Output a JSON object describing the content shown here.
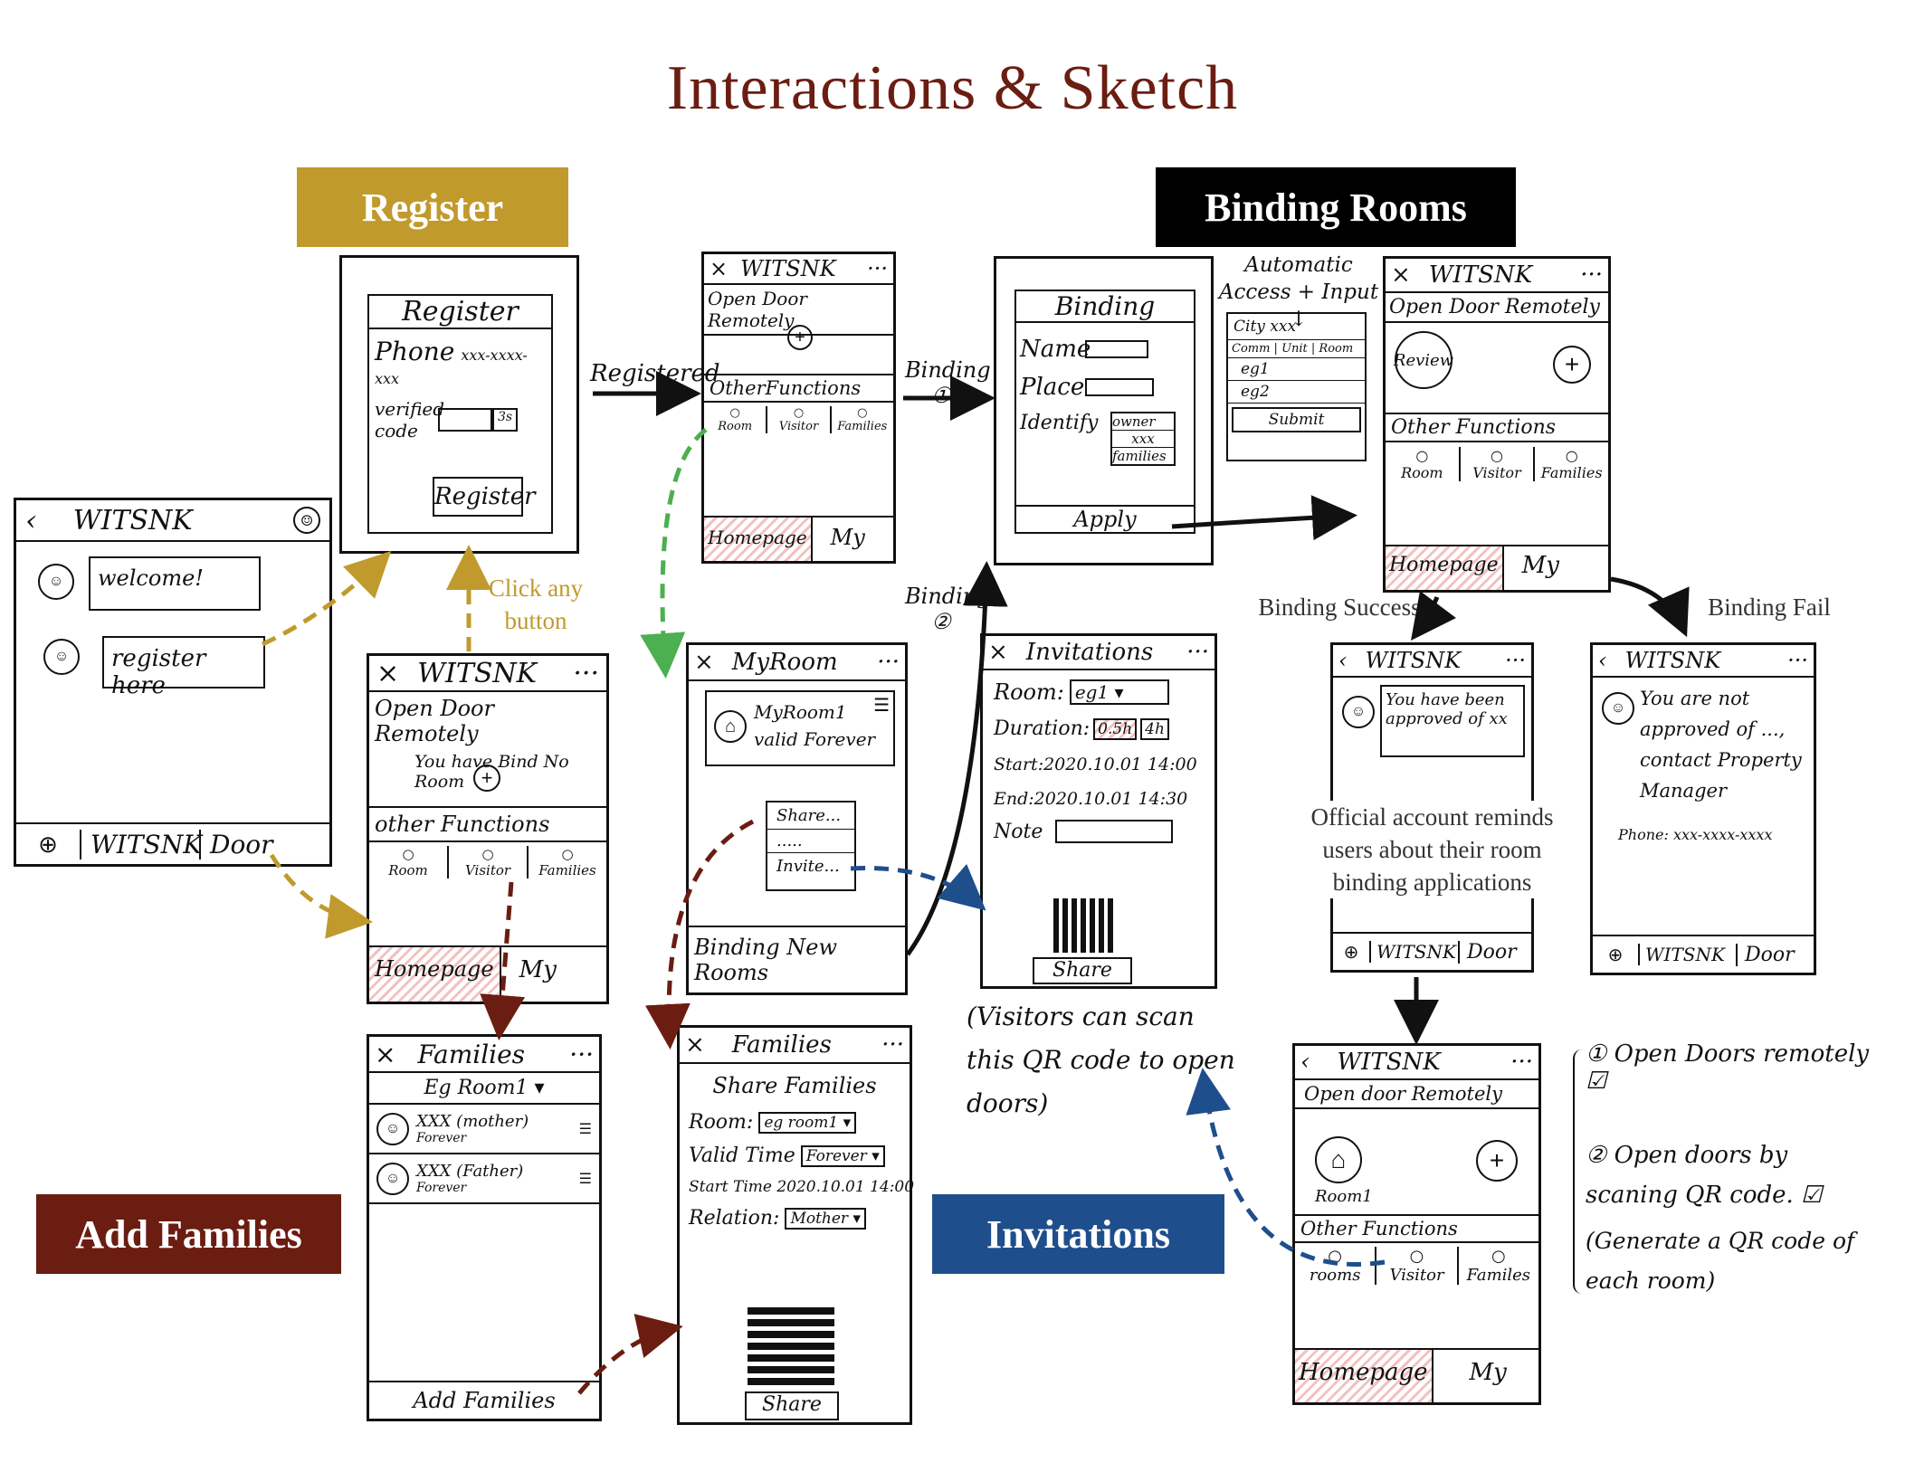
{
  "page_title": "Interactions & Sketch",
  "sections": {
    "register": {
      "label": "Register",
      "color": "#c09a2c"
    },
    "binding_rooms": {
      "label": "Binding Rooms",
      "color": "#000000"
    },
    "add_families": {
      "label": "Add Families",
      "color": "#6b1d12"
    },
    "invitations": {
      "label": "Invitations",
      "color": "#1f4e8c"
    }
  },
  "annotations": {
    "click_any_button": "Click any button",
    "registered": "Registered",
    "binding_1": "Binding ①",
    "binding_2": "Binding ②",
    "binding_success": "Binding Success",
    "binding_fail": "Binding Fail",
    "official_account": "Official account reminds users about their room binding applications",
    "automatic_access": "Automatic Access + Input ↓",
    "visitors_note": "(Visitors can scan this QR code to open doors)",
    "open_doors_remotely": "① Open Doors remotely ☑",
    "open_doors_qr": "② Open doors by scaning QR code. ☑",
    "generate_qr": "(Generate a QR code of each room)"
  },
  "official_account_screen": {
    "title": "WITSNK",
    "welcome": "welcome!",
    "register_here": "register here",
    "tabs": [
      "WITSNK",
      "Door"
    ]
  },
  "register_screen": {
    "heading": "Register",
    "phone_label": "Phone",
    "phone_value": "xxx-xxxx-xxx",
    "verified_label": "verified code",
    "code_btn": "3s",
    "register_btn": "Register"
  },
  "home_no_room": {
    "title": "WITSNK",
    "open_door": "Open Door Remotely",
    "no_room": "You have Bind No Room",
    "other_functions": "other Functions",
    "funcs": [
      "Room",
      "Visitor",
      "Families"
    ],
    "homepage": "Homepage",
    "my": "My"
  },
  "home_registered": {
    "title": "WITSNK",
    "open_door": "Open Door Remotely",
    "other_functions": "OtherFunctions",
    "funcs": [
      "Room",
      "Visitor",
      "Families"
    ],
    "homepage": "Homepage",
    "my": "My"
  },
  "binding_screen": {
    "heading": "Binding",
    "name_label": "Name",
    "place_label": "Place",
    "identify_label": "Identify",
    "identify_options": [
      "owner",
      "xxx",
      "families"
    ],
    "apply": "Apply"
  },
  "place_picker": {
    "rows": [
      "City xxx",
      "Comm | Unit | Room",
      "eg1",
      "eg2"
    ],
    "submit": "Submit"
  },
  "home_review": {
    "title": "WITSNK",
    "open_door": "Open Door Remotely",
    "review": "Review",
    "other_functions": "Other Functions",
    "funcs": [
      "Room",
      "Visitor",
      "Families"
    ],
    "homepage": "Homepage",
    "my": "My"
  },
  "my_room_screen": {
    "title": "MyRoom",
    "room_name": "MyRoom1",
    "validity": "valid Forever",
    "menu": [
      "Share...",
      ".....",
      "Invite..."
    ],
    "binding_new": "Binding New Rooms"
  },
  "invitations_screen": {
    "title": "Invitations",
    "room_label": "Room:",
    "room_value": "eg1",
    "duration_label": "Duration:",
    "duration_options": [
      "0.5h",
      "4h"
    ],
    "start": "Start:2020.10.01 14:00",
    "end": "End:2020.10.01 14:30",
    "note_label": "Note",
    "share": "Share"
  },
  "success_screen": {
    "title": "WITSNK",
    "message": "You have been approved of xx",
    "tabs": [
      "WITSNK",
      "Door"
    ]
  },
  "fail_screen": {
    "title": "WITSNK",
    "message": "You are not approved of ..., contact Property Manager",
    "phone": "Phone: xxx-xxxx-xxxx",
    "tabs": [
      "WITSNK",
      "Door"
    ]
  },
  "home_room1": {
    "title": "WITSNK",
    "open_door": "Open door Remotely",
    "room": "Room1",
    "other_functions": "Other Functions",
    "funcs": [
      "rooms",
      "Visitor",
      "Familes"
    ],
    "homepage": "Homepage",
    "my": "My"
  },
  "families_screen": {
    "title": "Families",
    "room_select": "Eg Room1 ▾",
    "members": [
      {
        "name": "XXX (mother)",
        "validity": "Forever"
      },
      {
        "name": "XXX (Father)",
        "validity": "Forever"
      }
    ],
    "add_families": "Add Families"
  },
  "share_families_screen": {
    "title": "Families",
    "heading": "Share Families",
    "room_label": "Room:",
    "room_value": "eg room1",
    "valid_label": "Valid Time",
    "valid_value": "Forever",
    "start": "Start Time 2020.10.01 14:00",
    "relation_label": "Relation:",
    "relation_value": "Mother",
    "share": "Share"
  }
}
